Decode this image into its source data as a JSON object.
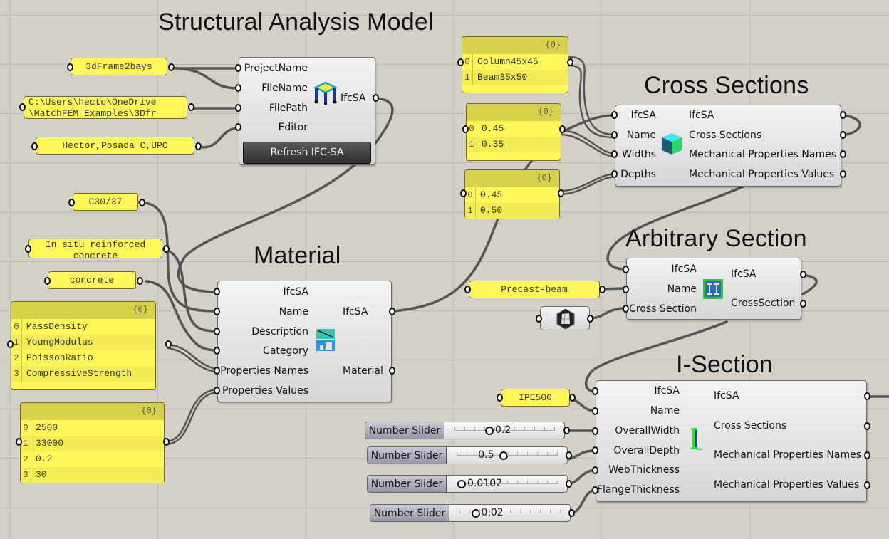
{
  "canvas": {
    "background": "#d4d0c8",
    "wire_color": "#555555"
  },
  "groups": {
    "structural_analysis_model": "Structural Analysis Model",
    "cross_sections": "Cross Sections",
    "material": "Material",
    "arbitrary_section": "Arbitrary Section",
    "i_section": "I-Section"
  },
  "panels": {
    "project_name": "3dFrame2bays",
    "file_path": [
      "C:\\Users\\hecto\\OneDrive",
      "\\MatchFEM Examples\\3Dfr"
    ],
    "editor": "Hector,Posada C,UPC",
    "material_name": "C30/37",
    "material_description": [
      "In situ reinforced",
      "concrete"
    ],
    "material_category": "concrete",
    "property_names": {
      "path": "{0}",
      "items": [
        {
          "index": "0",
          "value": "MassDensity"
        },
        {
          "index": "1",
          "value": "YoungModulus"
        },
        {
          "index": "2",
          "value": "PoissonRatio"
        },
        {
          "index": "3",
          "value": "CompressiveStrength"
        }
      ]
    },
    "property_values": {
      "path": "{0}",
      "items": [
        {
          "index": "0",
          "value": "2500"
        },
        {
          "index": "1",
          "value": "33000"
        },
        {
          "index": "2",
          "value": "0.2"
        },
        {
          "index": "3",
          "value": "30"
        }
      ]
    },
    "section_names": {
      "path": "{0}",
      "items": [
        {
          "index": "0",
          "value": "Column45x45"
        },
        {
          "index": "1",
          "value": "Beam35x50"
        }
      ]
    },
    "section_widths": {
      "path": "{0}",
      "items": [
        {
          "index": "0",
          "value": "0.45"
        },
        {
          "index": "1",
          "value": "0.35"
        }
      ]
    },
    "section_depths": {
      "path": "{0}",
      "items": [
        {
          "index": "0",
          "value": "0.45"
        },
        {
          "index": "1",
          "value": "0.50"
        }
      ]
    },
    "arbitrary_name": "Precast-beam",
    "i_section_name": "IPE500"
  },
  "components": {
    "ifcsa": {
      "inputs": [
        "ProjectName",
        "FileName",
        "FilePath",
        "Editor"
      ],
      "output": "IfcSA",
      "button": "Refresh IFC-SA",
      "icon": "frame-structure-icon"
    },
    "cross_sections": {
      "inputs": [
        "IfcSA",
        "Name",
        "Widths",
        "Depths"
      ],
      "outputs": [
        "IfcSA",
        "Cross Sections",
        "Mechanical Properties Names",
        "Mechanical Properties Values"
      ],
      "icon": "cube-icon"
    },
    "material": {
      "inputs": [
        "IfcSA",
        "Name",
        "Description",
        "Category",
        "Properties Names",
        "Properties Values"
      ],
      "outputs": [
        "IfcSA",
        "Material"
      ],
      "icon": "material-icon"
    },
    "arbitrary_section": {
      "inputs": [
        "IfcSA",
        "Name",
        "Cross Section"
      ],
      "outputs": [
        "IfcSA",
        "CrossSection"
      ],
      "icon": "arbitrary-section-icon"
    },
    "i_section": {
      "inputs": [
        "IfcSA",
        "Name",
        "OverallWidth",
        "OverallDepth",
        "WebThickness",
        "FlangeThickness"
      ],
      "outputs": [
        "IfcSA",
        "Cross Sections",
        "Mechanical Properties Names",
        "Mechanical Properties Values"
      ],
      "icon": "i-beam-icon"
    }
  },
  "sliders": [
    {
      "label": "Number Slider",
      "value": "0.2",
      "fraction": 0.35
    },
    {
      "label": "Number Slider",
      "value": "0.5",
      "fraction": 0.47
    },
    {
      "label": "Number Slider",
      "value": "0.0102",
      "fraction": 0.05
    },
    {
      "label": "Number Slider",
      "value": "0.02",
      "fraction": 0.16
    }
  ],
  "geometry_param": {
    "icon": "brep-geometry-icon"
  }
}
